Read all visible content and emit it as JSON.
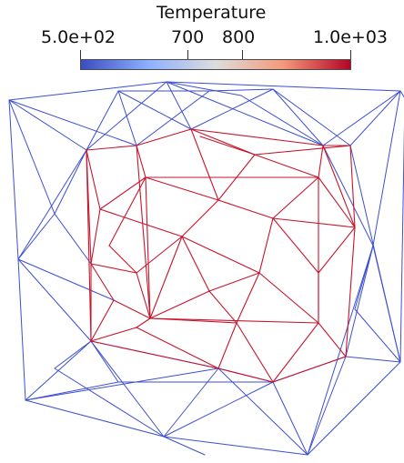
{
  "colorbar": {
    "title": "Temperature",
    "min_label": "5.0e+02",
    "tick_700": "700",
    "tick_800": "800",
    "max_label": "1.0e+03",
    "range": [
      500,
      1000
    ],
    "colors": {
      "low": "#3b4cc0",
      "mid": "#dddddd",
      "high": "#b40426"
    }
  },
  "mesh": {
    "outer_temperature": 500,
    "inner_temperature": 1000,
    "outer_color": "#3d4ed2",
    "inner_color": "#c8142b"
  }
}
